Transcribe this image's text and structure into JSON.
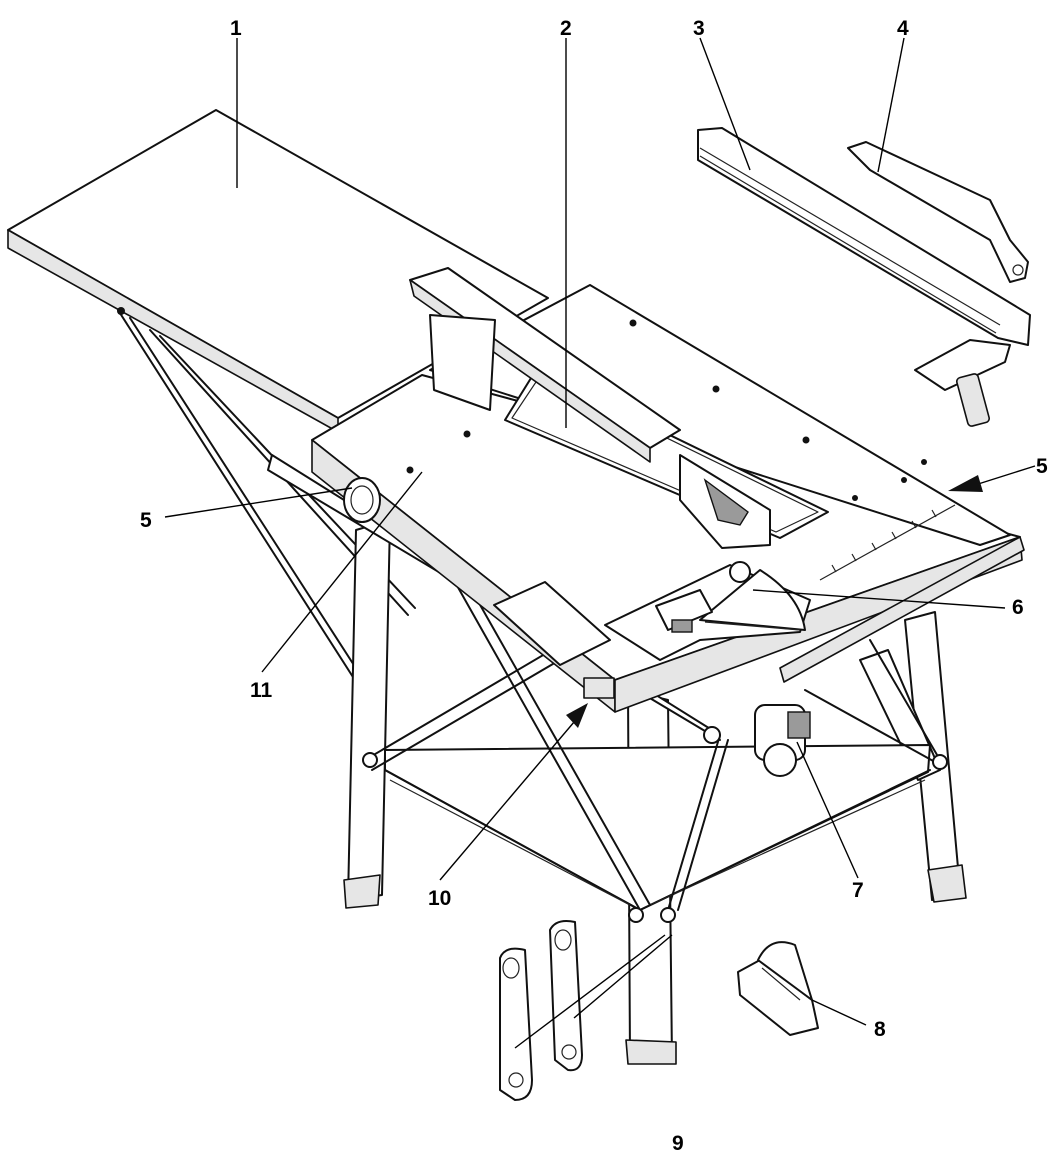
{
  "callouts": {
    "c1": "1",
    "c2": "2",
    "c3": "3",
    "c4": "4",
    "c5_left": "5",
    "c5_right": "5",
    "c6": "6",
    "c7": "7",
    "c8": "8",
    "c9": "9",
    "c10": "10",
    "c11": "11"
  }
}
